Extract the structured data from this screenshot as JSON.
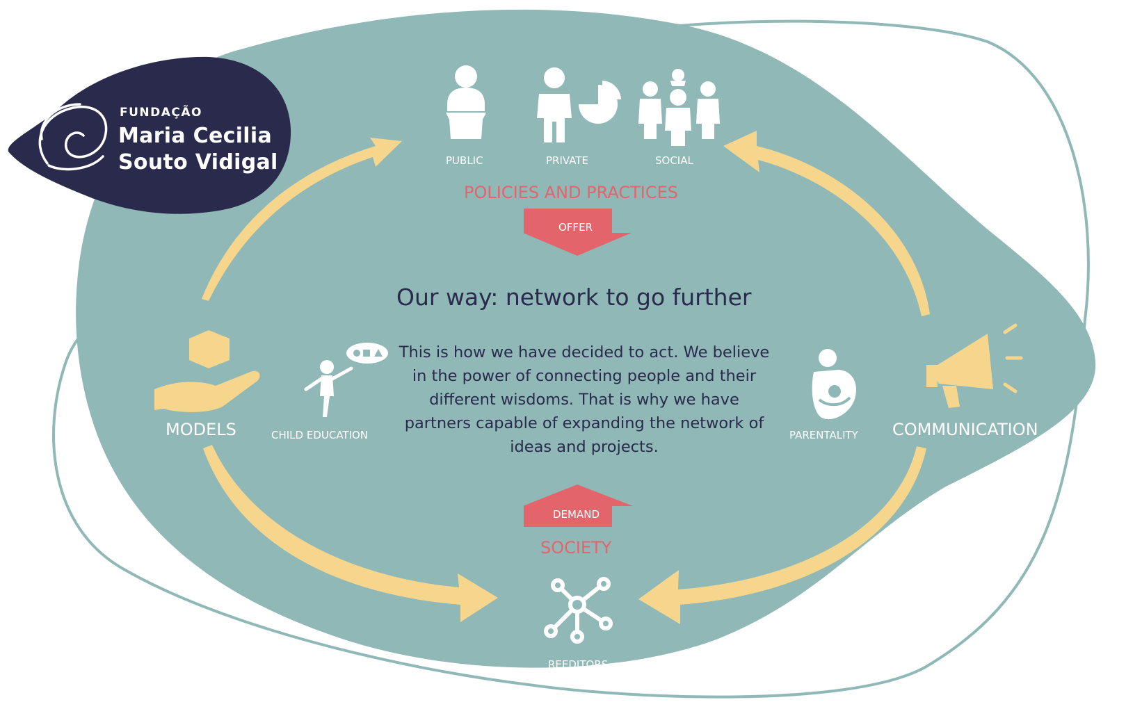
{
  "colors": {
    "blob": "#8fb8b7",
    "logo_bg": "#2a2a4c",
    "arrow": "#f6d68c",
    "accent": "#e4646c",
    "white": "#ffffff",
    "text": "#2a2a4c"
  },
  "logo": {
    "line1": "FUNDAÇÃO",
    "line2": "Maria Cecilia",
    "line3": "Souto Vidigal"
  },
  "top": {
    "public": "PUBLIC",
    "private": "PRIVATE",
    "social": "SOCIAL",
    "section_title": "POLICIES AND PRACTICES",
    "offer": "OFFER"
  },
  "center": {
    "heading": "Our way: network to go further",
    "paragraph": "This is how we have decided to act. We believe in the power of connecting people and their different wisdoms. That is why we have partners capable of expanding the network of ideas and projects."
  },
  "left": {
    "models": "MODELS",
    "child_education": "CHILD EDUCATION"
  },
  "right": {
    "parentality": "PARENTALITY",
    "communication": "COMMUNICATION"
  },
  "bottom": {
    "demand": "DEMAND",
    "section_title": "SOCIETY",
    "reeditors": "REEDITORS"
  },
  "icons": {
    "public": "speaker-at-podium-icon",
    "private": "businessman-pie-chart-icon",
    "social": "group-of-people-icon",
    "models": "hand-holding-box-icon",
    "child_education": "child-with-speech-bubble-icon",
    "parentality": "parent-holding-baby-icon",
    "communication": "megaphone-icon",
    "reeditors": "network-nodes-icon"
  }
}
